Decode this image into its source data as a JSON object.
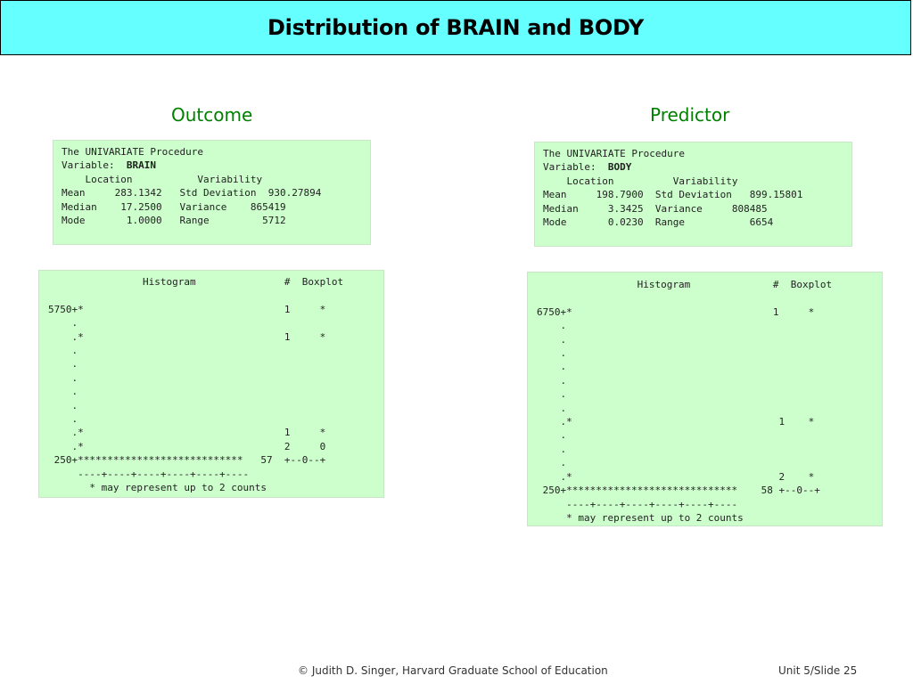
{
  "slide": {
    "title": "Distribution of BRAIN and BODY",
    "footer_credit": "© Judith D. Singer, Harvard Graduate School of Education",
    "footer_slide": "Unit 5/Slide 25"
  },
  "outcome": {
    "heading": "Outcome",
    "proc_line": "The UNIVARIATE Procedure",
    "variable_label": "Variable:  ",
    "variable_name": "BRAIN",
    "stats_text": "\n    Location           Variability\nMean     283.1342   Std Deviation  930.27894\nMedian    17.2500   Variance    865419\nMode       1.0000   Range         5712",
    "histogram_text": "                Histogram               #  Boxplot\n\n5750+*                                  1     *\n    .\n    .*                                  1     *\n    .\n    .\n    .\n    .\n    .\n    .\n    .*                                  1     *\n    .*                                  2     0\n 250+****************************   57  +--0--+\n     ----+----+----+----+----+----\n       * may represent up to 2 counts"
  },
  "predictor": {
    "heading": "Predictor",
    "proc_line": "The UNIVARIATE Procedure",
    "variable_label": "Variable:  ",
    "variable_name": "BODY",
    "stats_text": "\n    Location          Variability\nMean     198.7900  Std Deviation   899.15801\nMedian     3.3425  Variance     808485\nMode       0.0230  Range           6654",
    "histogram_text": "                 Histogram              #  Boxplot\n\n6750+*                                  1     *\n    .\n    .\n    .\n    .\n    .\n    .\n    .\n    .*                                   1    *\n    .\n    .\n    .\n    .*                                   2    *\n 250+*****************************    58 +--0--+\n     ----+----+----+----+----+----\n     * may represent up to 2 counts"
  }
}
